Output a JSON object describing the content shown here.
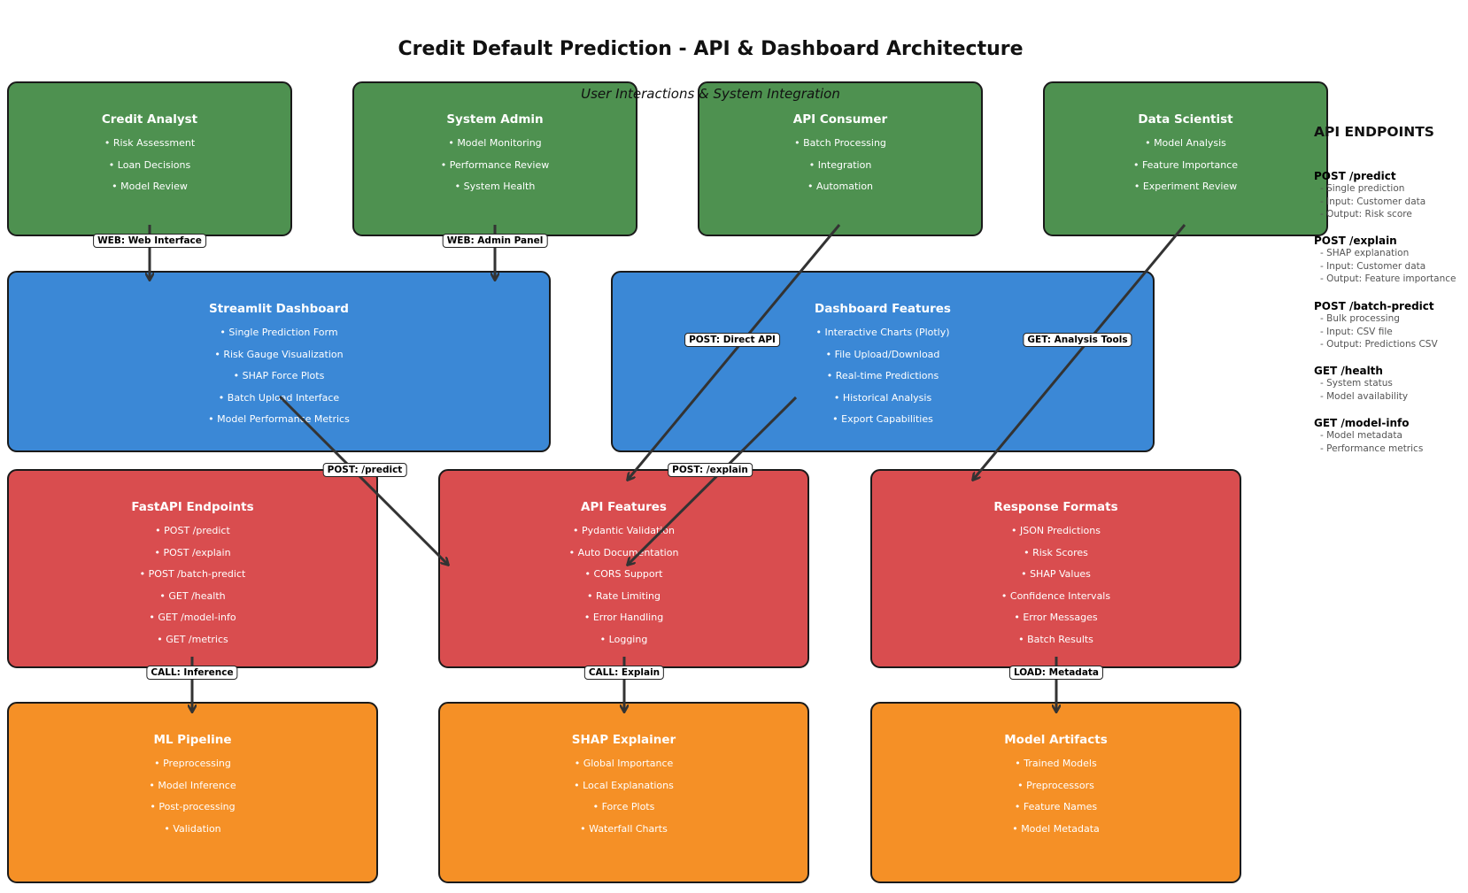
{
  "title": "Credit Default Prediction - API & Dashboard Architecture",
  "subtitle": "User Interactions & System Integration",
  "colors": {
    "users": "#4e9150",
    "dashboard": "#3b88d6",
    "api": "#d94d4f",
    "ml": "#f59026",
    "arrow": "#333333"
  },
  "boxes": {
    "credit_analyst": {
      "title": "Credit Analyst",
      "items": [
        "Risk Assessment",
        "Loan Decisions",
        "Model Review"
      ]
    },
    "system_admin": {
      "title": "System Admin",
      "items": [
        "Model Monitoring",
        "Performance Review",
        "System Health"
      ]
    },
    "api_consumer": {
      "title": "API Consumer",
      "items": [
        "Batch Processing",
        "Integration",
        "Automation"
      ]
    },
    "data_scientist": {
      "title": "Data Scientist",
      "items": [
        "Model Analysis",
        "Feature Importance",
        "Experiment Review"
      ]
    },
    "streamlit_dashboard": {
      "title": "Streamlit Dashboard",
      "items": [
        "Single Prediction Form",
        "Risk Gauge Visualization",
        "SHAP Force Plots",
        "Batch Upload Interface",
        "Model Performance Metrics"
      ]
    },
    "dashboard_features": {
      "title": "Dashboard Features",
      "items": [
        "Interactive Charts (Plotly)",
        "File Upload/Download",
        "Real-time Predictions",
        "Historical Analysis",
        "Export Capabilities"
      ]
    },
    "fastapi_endpoints": {
      "title": "FastAPI Endpoints",
      "items": [
        "POST /predict",
        "POST /explain",
        "POST /batch-predict",
        "GET /health",
        "GET /model-info",
        "GET /metrics"
      ]
    },
    "api_features": {
      "title": "API Features",
      "items": [
        "Pydantic Validation",
        "Auto Documentation",
        "CORS Support",
        "Rate Limiting",
        "Error Handling",
        "Logging"
      ]
    },
    "response_formats": {
      "title": "Response Formats",
      "items": [
        "JSON Predictions",
        "Risk Scores",
        "SHAP Values",
        "Confidence Intervals",
        "Error Messages",
        "Batch Results"
      ]
    },
    "ml_pipeline": {
      "title": "ML Pipeline",
      "items": [
        "Preprocessing",
        "Model Inference",
        "Post-processing",
        "Validation"
      ]
    },
    "shap_explainer": {
      "title": "SHAP Explainer",
      "items": [
        "Global Importance",
        "Local Explanations",
        "Force Plots",
        "Waterfall Charts"
      ]
    },
    "model_artifacts": {
      "title": "Model Artifacts",
      "items": [
        "Trained Models",
        "Preprocessors",
        "Feature Names",
        "Model Metadata"
      ]
    }
  },
  "arrow_labels": {
    "web_interface": "WEB: Web Interface",
    "admin_panel": "WEB: Admin Panel",
    "direct_api": "POST: Direct API",
    "analysis_tools": "GET: Analysis Tools",
    "post_predict": "POST: /predict",
    "post_explain": "POST: /explain",
    "call_inference": "CALL: Inference",
    "call_explain": "CALL: Explain",
    "load_metadata": "LOAD: Metadata"
  },
  "endpoints_panel": {
    "heading": "API ENDPOINTS",
    "endpoints": [
      {
        "name": "POST /predict",
        "details": [
          "- Single prediction",
          "- Input: Customer data",
          "- Output: Risk score"
        ]
      },
      {
        "name": "POST /explain",
        "details": [
          "- SHAP explanation",
          "- Input: Customer data",
          "- Output: Feature importance"
        ]
      },
      {
        "name": "POST /batch-predict",
        "details": [
          "- Bulk processing",
          "- Input: CSV file",
          "- Output: Predictions CSV"
        ]
      },
      {
        "name": "GET /health",
        "details": [
          "- System status",
          "- Model availability"
        ]
      },
      {
        "name": "GET /model-info",
        "details": [
          "- Model metadata",
          "- Performance metrics"
        ]
      }
    ]
  }
}
